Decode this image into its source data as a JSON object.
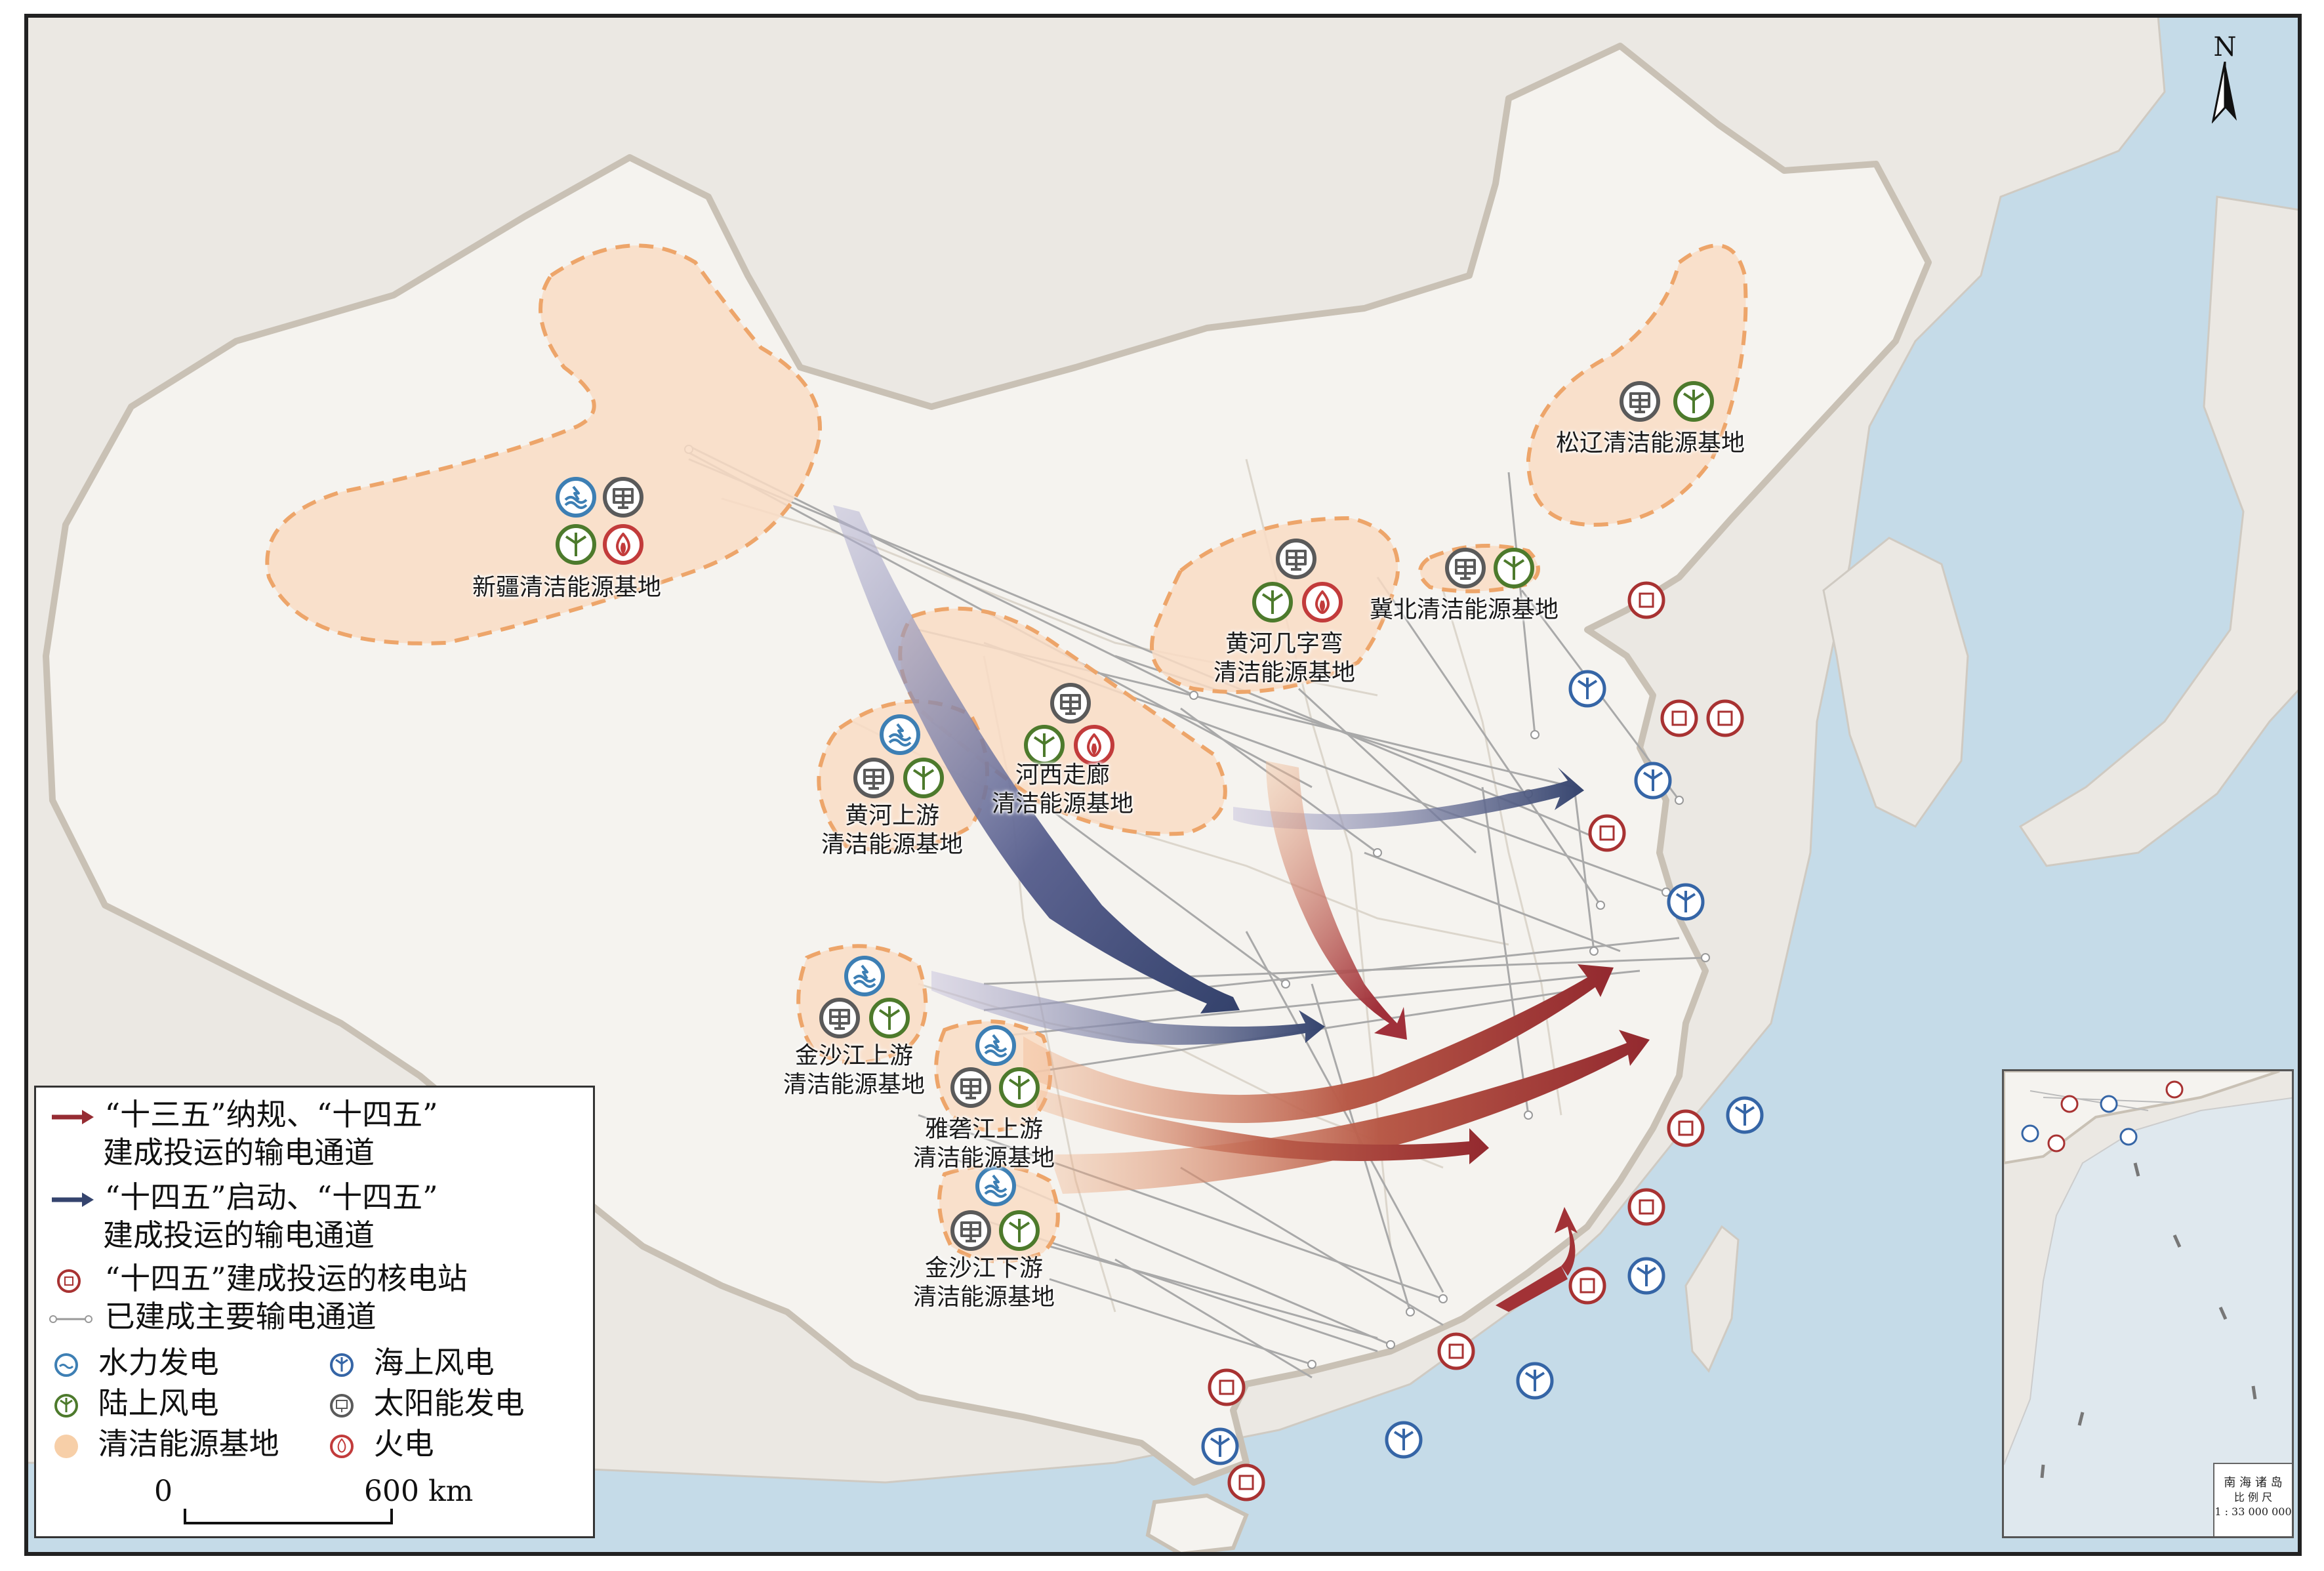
{
  "north_label": "N",
  "bases": [
    {
      "name": "xinjiang",
      "lines": [
        "新疆清洁能源基地"
      ],
      "icons": [
        "hydro-icon",
        "solar-icon",
        "wind-icon",
        "thermal-icon"
      ]
    },
    {
      "name": "songliao",
      "lines": [
        "松辽清洁能源基地"
      ],
      "icons": [
        "solar-icon",
        "wind-icon"
      ]
    },
    {
      "name": "jibei",
      "lines": [
        "冀北清洁能源基地"
      ],
      "icons": [
        "solar-icon",
        "wind-icon"
      ]
    },
    {
      "name": "huanghe-jizi",
      "lines": [
        "黄河几字弯",
        "清洁能源基地"
      ],
      "icons": [
        "solar-icon",
        "wind-icon",
        "thermal-icon"
      ]
    },
    {
      "name": "hexi",
      "lines": [
        "河西走廊",
        "清洁能源基地"
      ],
      "icons": [
        "solar-icon",
        "wind-icon",
        "thermal-icon"
      ]
    },
    {
      "name": "huanghe-upper",
      "lines": [
        "黄河上游",
        "清洁能源基地"
      ],
      "icons": [
        "hydro-icon",
        "solar-icon",
        "wind-icon"
      ]
    },
    {
      "name": "jinsha-upper",
      "lines": [
        "金沙江上游",
        "清洁能源基地"
      ],
      "icons": [
        "hydro-icon",
        "solar-icon",
        "wind-icon"
      ]
    },
    {
      "name": "yalong-upper",
      "lines": [
        "雅砻江上游",
        "清洁能源基地"
      ],
      "icons": [
        "hydro-icon",
        "solar-icon",
        "wind-icon"
      ]
    },
    {
      "name": "jinsha-lower",
      "lines": [
        "金沙江下游",
        "清洁能源基地"
      ],
      "icons": [
        "hydro-icon",
        "solar-icon",
        "wind-icon"
      ]
    }
  ],
  "legend": {
    "red_arrow_line1": "“十三五”纳规、“十四五”",
    "red_arrow_line2": "建成投运的输电通道",
    "blue_arrow_line1": "“十四五”启动、“十四五”",
    "blue_arrow_line2": "建成投运的输电通道",
    "nuclear": "“十四五”建成投运的核电站",
    "existing_line": "已建成主要输电通道",
    "hydro": "水力发电",
    "offshore_wind": "海上风电",
    "onshore_wind": "陆上风电",
    "solar": "太阳能发电",
    "base_area": "清洁能源基地",
    "thermal": "火电",
    "scale_zero": "0",
    "scale_max": "600 km"
  },
  "inset": {
    "title": "南 海 诸 岛",
    "subtitle": "比 例 尺",
    "scale": "1 : 33 000 000"
  },
  "colors": {
    "sea": "#c5dbe8",
    "land": "#f5f3ef",
    "neighbor": "#ebe8e3",
    "base_fill": "#f9dcc4",
    "base_stroke": "#eda56a",
    "red_arrow": "#9b3535",
    "blue_arrow": "#3d4a73",
    "hydro": "#3d7fb4",
    "wind": "#4d7a2c",
    "solar": "#5a5a5a",
    "thermal": "#c23b3b",
    "nuclear": "#a83232",
    "offshore": "#3565a6"
  }
}
